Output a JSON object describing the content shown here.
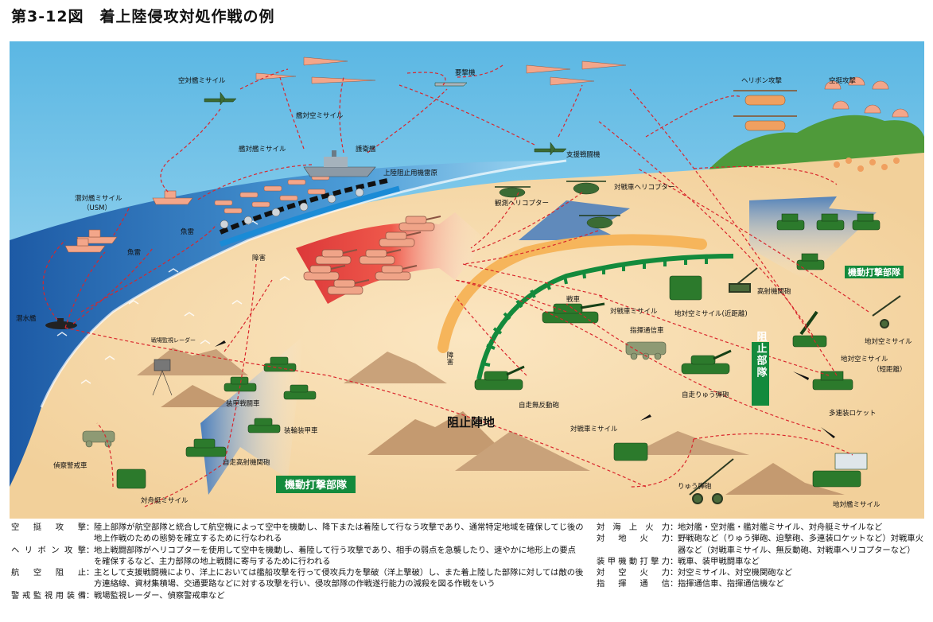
{
  "title": "第3-12図　着上陸侵攻対処作戦の例",
  "labels": {
    "aam": "空対艦ミサイル",
    "bomber_interceptor": "要撃機",
    "ship_sam": "艦対空ミサイル",
    "heli_attack": "ヘリボン攻撃",
    "airborne": "空挺攻撃",
    "ssm_ship": "艦対艦ミサイル",
    "escort": "護衛艦",
    "support_fighter": "支援戦闘機",
    "usm": "潜対艦ミサイル",
    "usm_sub": "（USM）",
    "landing_mine": "上陸阻止用機雷原",
    "at_heli": "対戦車ヘリコプター",
    "obs_heli": "観測ヘリコプター",
    "torpedo": "魚雷",
    "mine": "魚雷",
    "obstacle1": "障害",
    "mobile_strike_a": "機動打撃部隊",
    "submarine": "潜水艦",
    "tank": "戦車",
    "at_missile1": "対戦車ミサイル",
    "sam_short": "地対空ミサイル(近距離)",
    "aa_gun": "高射機関砲",
    "battle_radar": "戦場監視レーダー",
    "cmd_vehicle": "指揮通信車",
    "sam_mid": "地対空ミサイル",
    "sam_mid2": "地対空ミサイル",
    "sam_short2": "（短距離）",
    "obstacle2": "障害",
    "block_unit": "阻止部隊",
    "sp_howitzer": "自走りゅう弾砲",
    "apc": "装甲戦闘車",
    "wheeled_apc": "装輪装甲車",
    "block_position": "阻止陣地",
    "recoilless": "自走無反動砲",
    "mlrs": "多連装ロケット",
    "recon": "偵察警戒車",
    "sp_aa_gun": "自走高射機関砲",
    "at_missile2": "対戦車ミサイル",
    "mobile_strike_b": "機動打撃部隊",
    "howitzer": "りゅう弾砲",
    "ship_missile_ground": "地対艦ミサイル",
    "anti_boat": "対舟艇ミサイル"
  },
  "legend_left": [
    {
      "term": "空挺攻撃",
      "desc": "陸上部隊が航空部隊と統合して航空機によって空中を機動し、降下または着陸して行なう攻撃であり、通常特定地域を確保してじ後の地上作戦のための態勢を確立するために行なわれる"
    },
    {
      "term": "ヘリボン攻撃",
      "desc": "地上戦闘部隊がヘリコプターを使用して空中を機動し、着陸して行う攻撃であり、相手の弱点を急襲したり、速やかに地形上の要点を確保するなど、主力部隊の地上戦闘に寄与するために行われる"
    },
    {
      "term": "航空阻止",
      "desc": "主として支援戦闘機により、洋上においては艦船攻撃を行って侵攻兵力を撃破（洋上撃破）し、また着上陸した部隊に対しては敵の後方連絡線、資材集積場、交通要路などに対する攻撃を行い、侵攻部隊の作戦遂行能力の減殺を図る作戦をいう"
    },
    {
      "term": "警戒監視用装備",
      "desc": "戦場監視レーダー、偵察警戒車など"
    }
  ],
  "legend_right": [
    {
      "term": "対海上火力",
      "desc": "地対艦・空対艦・艦対艦ミサイル、対舟艇ミサイルなど"
    },
    {
      "term": "対地火力",
      "desc": "野戦砲など（りゅう弾砲、迫撃砲、多連装ロケットなど）対戦車火器など（対戦車ミサイル、無反動砲、対戦車ヘリコプターなど）"
    },
    {
      "term": "装甲機動打撃力",
      "desc": "戦車、装甲戦闘車など"
    },
    {
      "term": "対空火力",
      "desc": "対空ミサイル、対空機関砲など"
    },
    {
      "term": "指揮通信",
      "desc": "指揮通信車、指揮通信機など"
    }
  ],
  "colors": {
    "sky": "#7ec8e8",
    "sea_deep": "#1e5fa8",
    "sea_light": "#8fd0ef",
    "sand": "#f5d9a8",
    "arrow_red": "#d9262c",
    "friendly_green": "#2c7a2c",
    "enemy_salmon": "#f0a488",
    "defense_green": "#138a3c",
    "orange_obstacle": "#f6b55b"
  }
}
